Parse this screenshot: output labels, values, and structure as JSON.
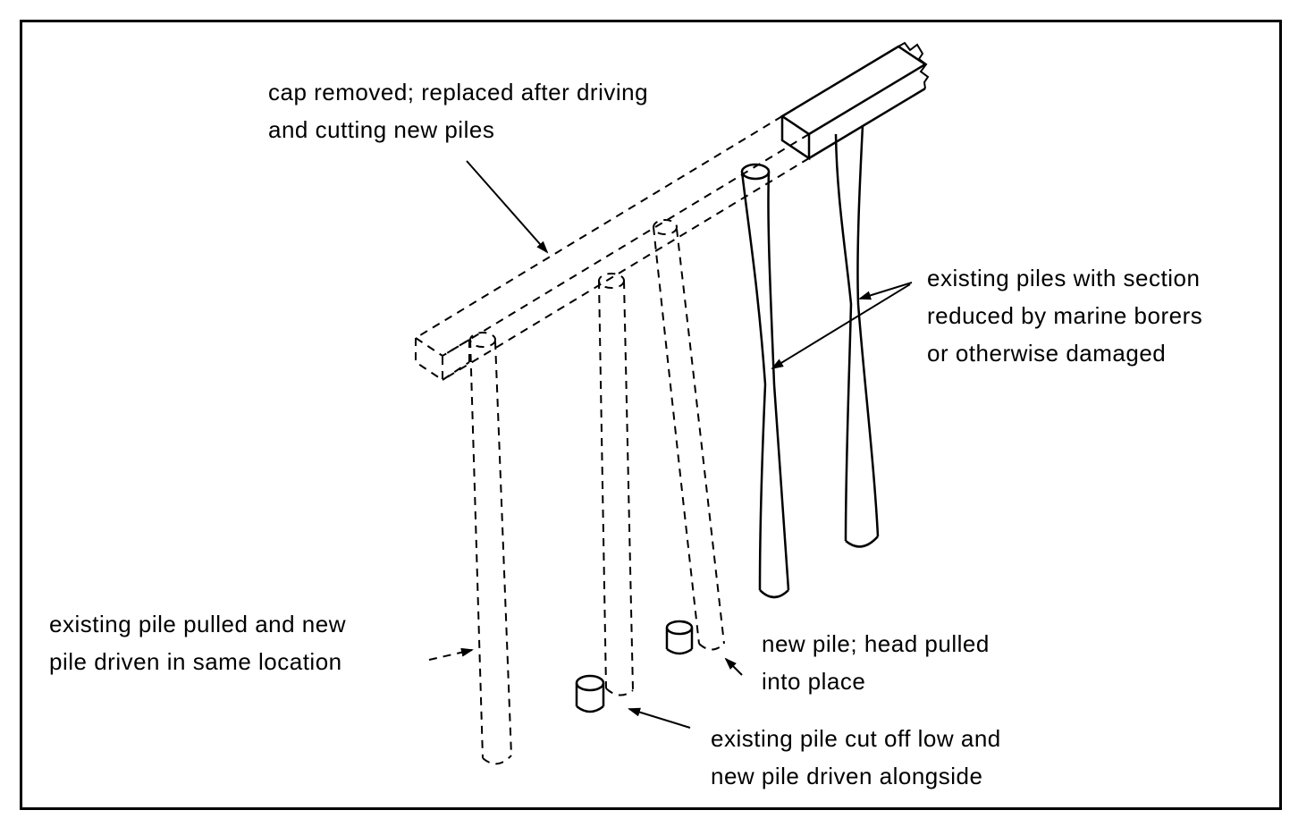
{
  "annotations": {
    "cap": [
      "cap removed; replaced after driving",
      "and cutting new piles"
    ],
    "damaged": [
      "existing piles with section",
      "reduced by marine borers",
      "or otherwise damaged"
    ],
    "pulled": [
      "existing pile pulled and new",
      "pile driven in same location"
    ],
    "head_pulled": [
      "new pile; head pulled",
      "into place"
    ],
    "cut_off": [
      "existing pile cut off low and",
      "new pile driven alongside"
    ]
  },
  "colors": {
    "ink": "#000000",
    "background": "#ffffff"
  }
}
